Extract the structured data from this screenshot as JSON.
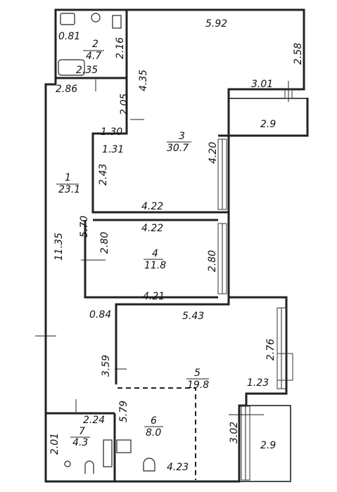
{
  "rooms": [
    {
      "id": "1",
      "area": "23.1"
    },
    {
      "id": "2",
      "area": "4.7"
    },
    {
      "id": "3",
      "area": "30.7"
    },
    {
      "id": "4",
      "area": "11.8"
    },
    {
      "id": "5",
      "area": "19.8"
    },
    {
      "id": "6",
      "area": "8.0"
    },
    {
      "id": "7",
      "area": "4.3"
    }
  ],
  "dimensions": {
    "d592": "5.92",
    "d258": "2.58",
    "d081": "0.81",
    "d216": "2.16",
    "d235": "2.35",
    "d286": "2.86",
    "d435": "4.35",
    "d205": "2.05",
    "d301": "3.01",
    "d29a": "2.9",
    "d130": "1.30",
    "d131": "1.31",
    "d420": "4.20",
    "d243": "2.43",
    "d422a": "4.22",
    "d570": "5.70",
    "d422b": "4.22",
    "d1135": "11.35",
    "d280a": "2.80",
    "d280b": "2.80",
    "d421": "4.21",
    "d084": "0.84",
    "d543": "5.43",
    "d276": "2.76",
    "d359": "3.59",
    "d123": "1.23",
    "d579": "5.79",
    "d224": "2.24",
    "d302": "3.02",
    "d29b": "2.9",
    "d201": "2.01",
    "d423": "4.23"
  }
}
